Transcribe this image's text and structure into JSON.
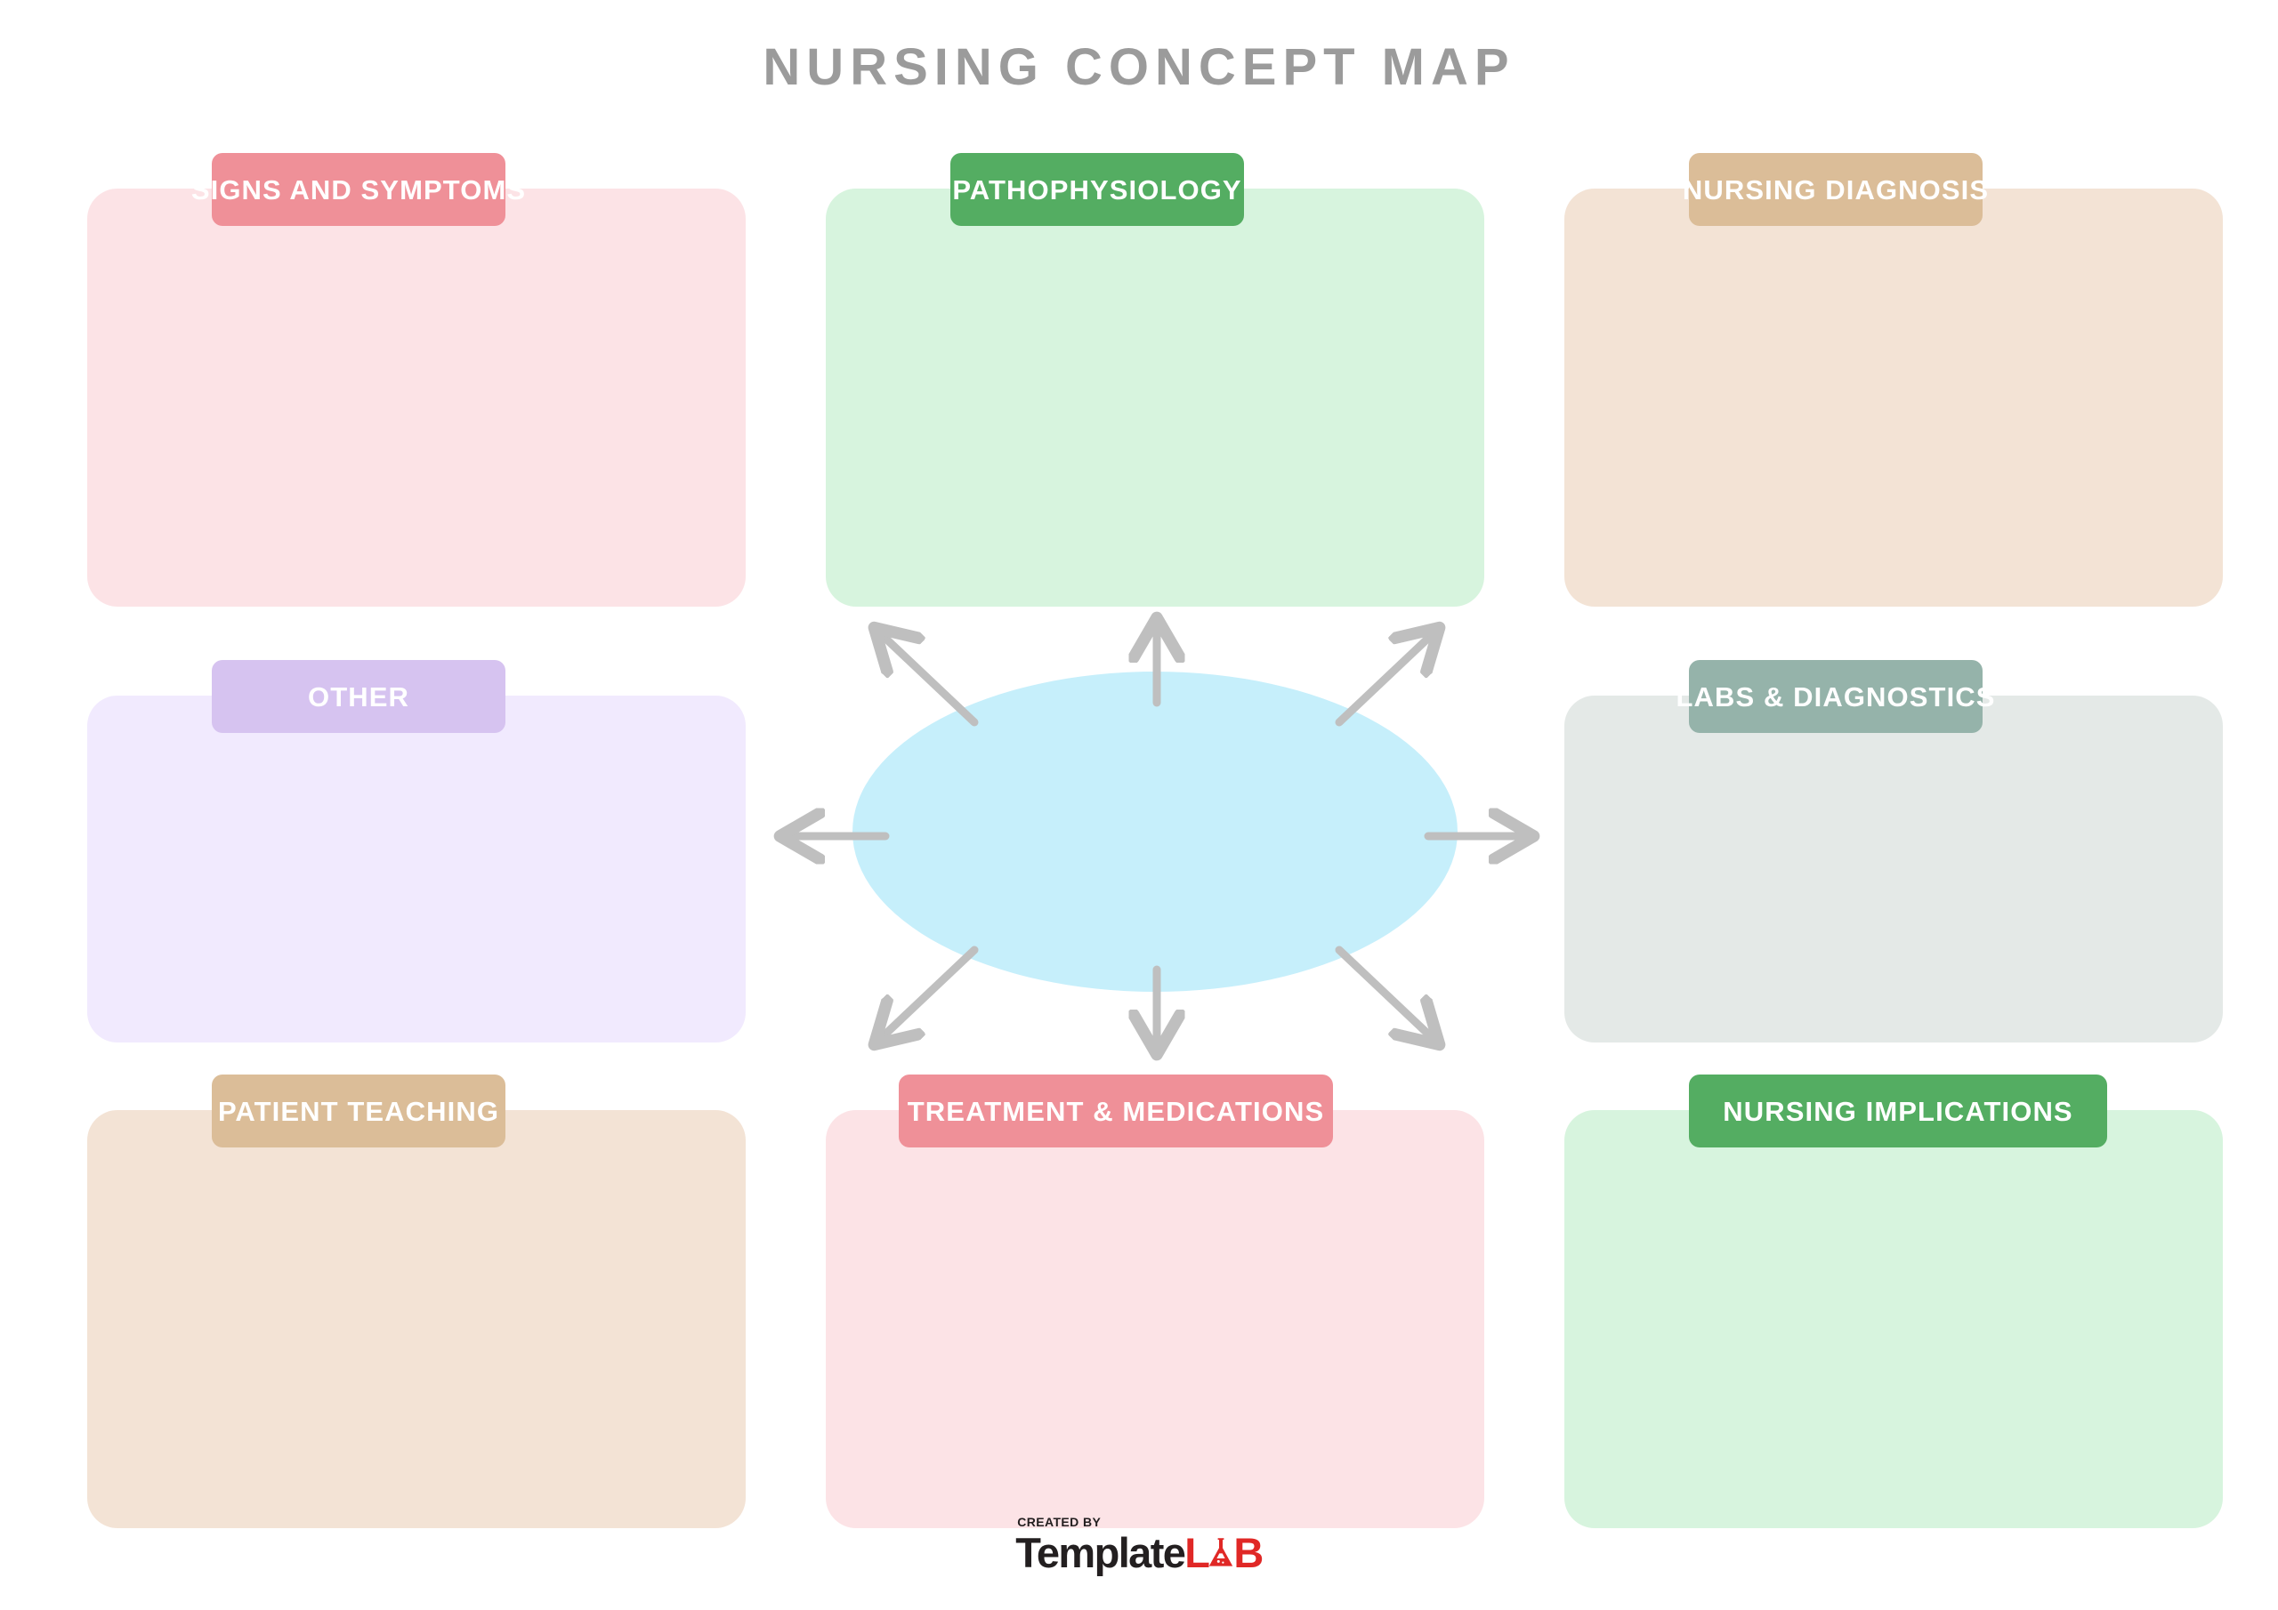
{
  "page": {
    "title": "NURSING CONCEPT MAP",
    "title_color": "#9b9b9b",
    "background": "#ffffff"
  },
  "center": {
    "shape": "ellipse",
    "fill_color": "#c6effb",
    "label": "",
    "arrow_color": "#bfbfbf",
    "arrow_directions": [
      "up",
      "up-right",
      "right",
      "down-right",
      "down",
      "down-left",
      "left",
      "up-left"
    ],
    "arrow_count": 8
  },
  "cards": [
    {
      "key": "signs-and-symptoms",
      "label": "SIGNS AND SYMPTOMS",
      "content": "",
      "tab_color": "#ef9098",
      "body_color": "#fce3e6",
      "column": "left",
      "row": "top"
    },
    {
      "key": "pathophysiology",
      "label": "PATHOPHYSIOLOGY",
      "content": "",
      "tab_color": "#54ad62",
      "body_color": "#d7f4de",
      "column": "center",
      "row": "top"
    },
    {
      "key": "nursing-diagnosis",
      "label": "NURSING DIAGNOSIS",
      "content": "",
      "tab_color": "#dbbd98",
      "body_color": "#f3e3d5",
      "column": "right",
      "row": "top"
    },
    {
      "key": "other",
      "label": "OTHER",
      "content": "",
      "tab_color": "#d6c3f0",
      "body_color": "#f1eafe",
      "column": "left",
      "row": "middle"
    },
    {
      "key": "labs-and-diagnostics",
      "label": "LABS & DIAGNOSTICS",
      "content": "",
      "tab_color": "#95b3aa",
      "body_color": "#e4e9e7",
      "column": "right",
      "row": "middle"
    },
    {
      "key": "patient-teaching",
      "label": "PATIENT TEACHING",
      "content": "",
      "tab_color": "#dbbd98",
      "body_color": "#f3e3d5",
      "column": "left",
      "row": "bottom"
    },
    {
      "key": "treatment-and-medications",
      "label": "TREATMENT & MEDICATIONS",
      "content": "",
      "tab_color": "#ef9098",
      "body_color": "#fce3e6",
      "column": "center",
      "row": "bottom"
    },
    {
      "key": "nursing-implications",
      "label": "NURSING IMPLICATIONS",
      "content": "",
      "tab_color": "#54ad62",
      "body_color": "#d7f4de",
      "column": "right",
      "row": "bottom"
    }
  ],
  "footer": {
    "created_by": "CREATED BY",
    "brand_dark": "Template",
    "brand_red_first": "L",
    "brand_red_last": "B",
    "brand_icon": "flask-icon",
    "dark_color": "#231f20",
    "red_color": "#e02826"
  }
}
